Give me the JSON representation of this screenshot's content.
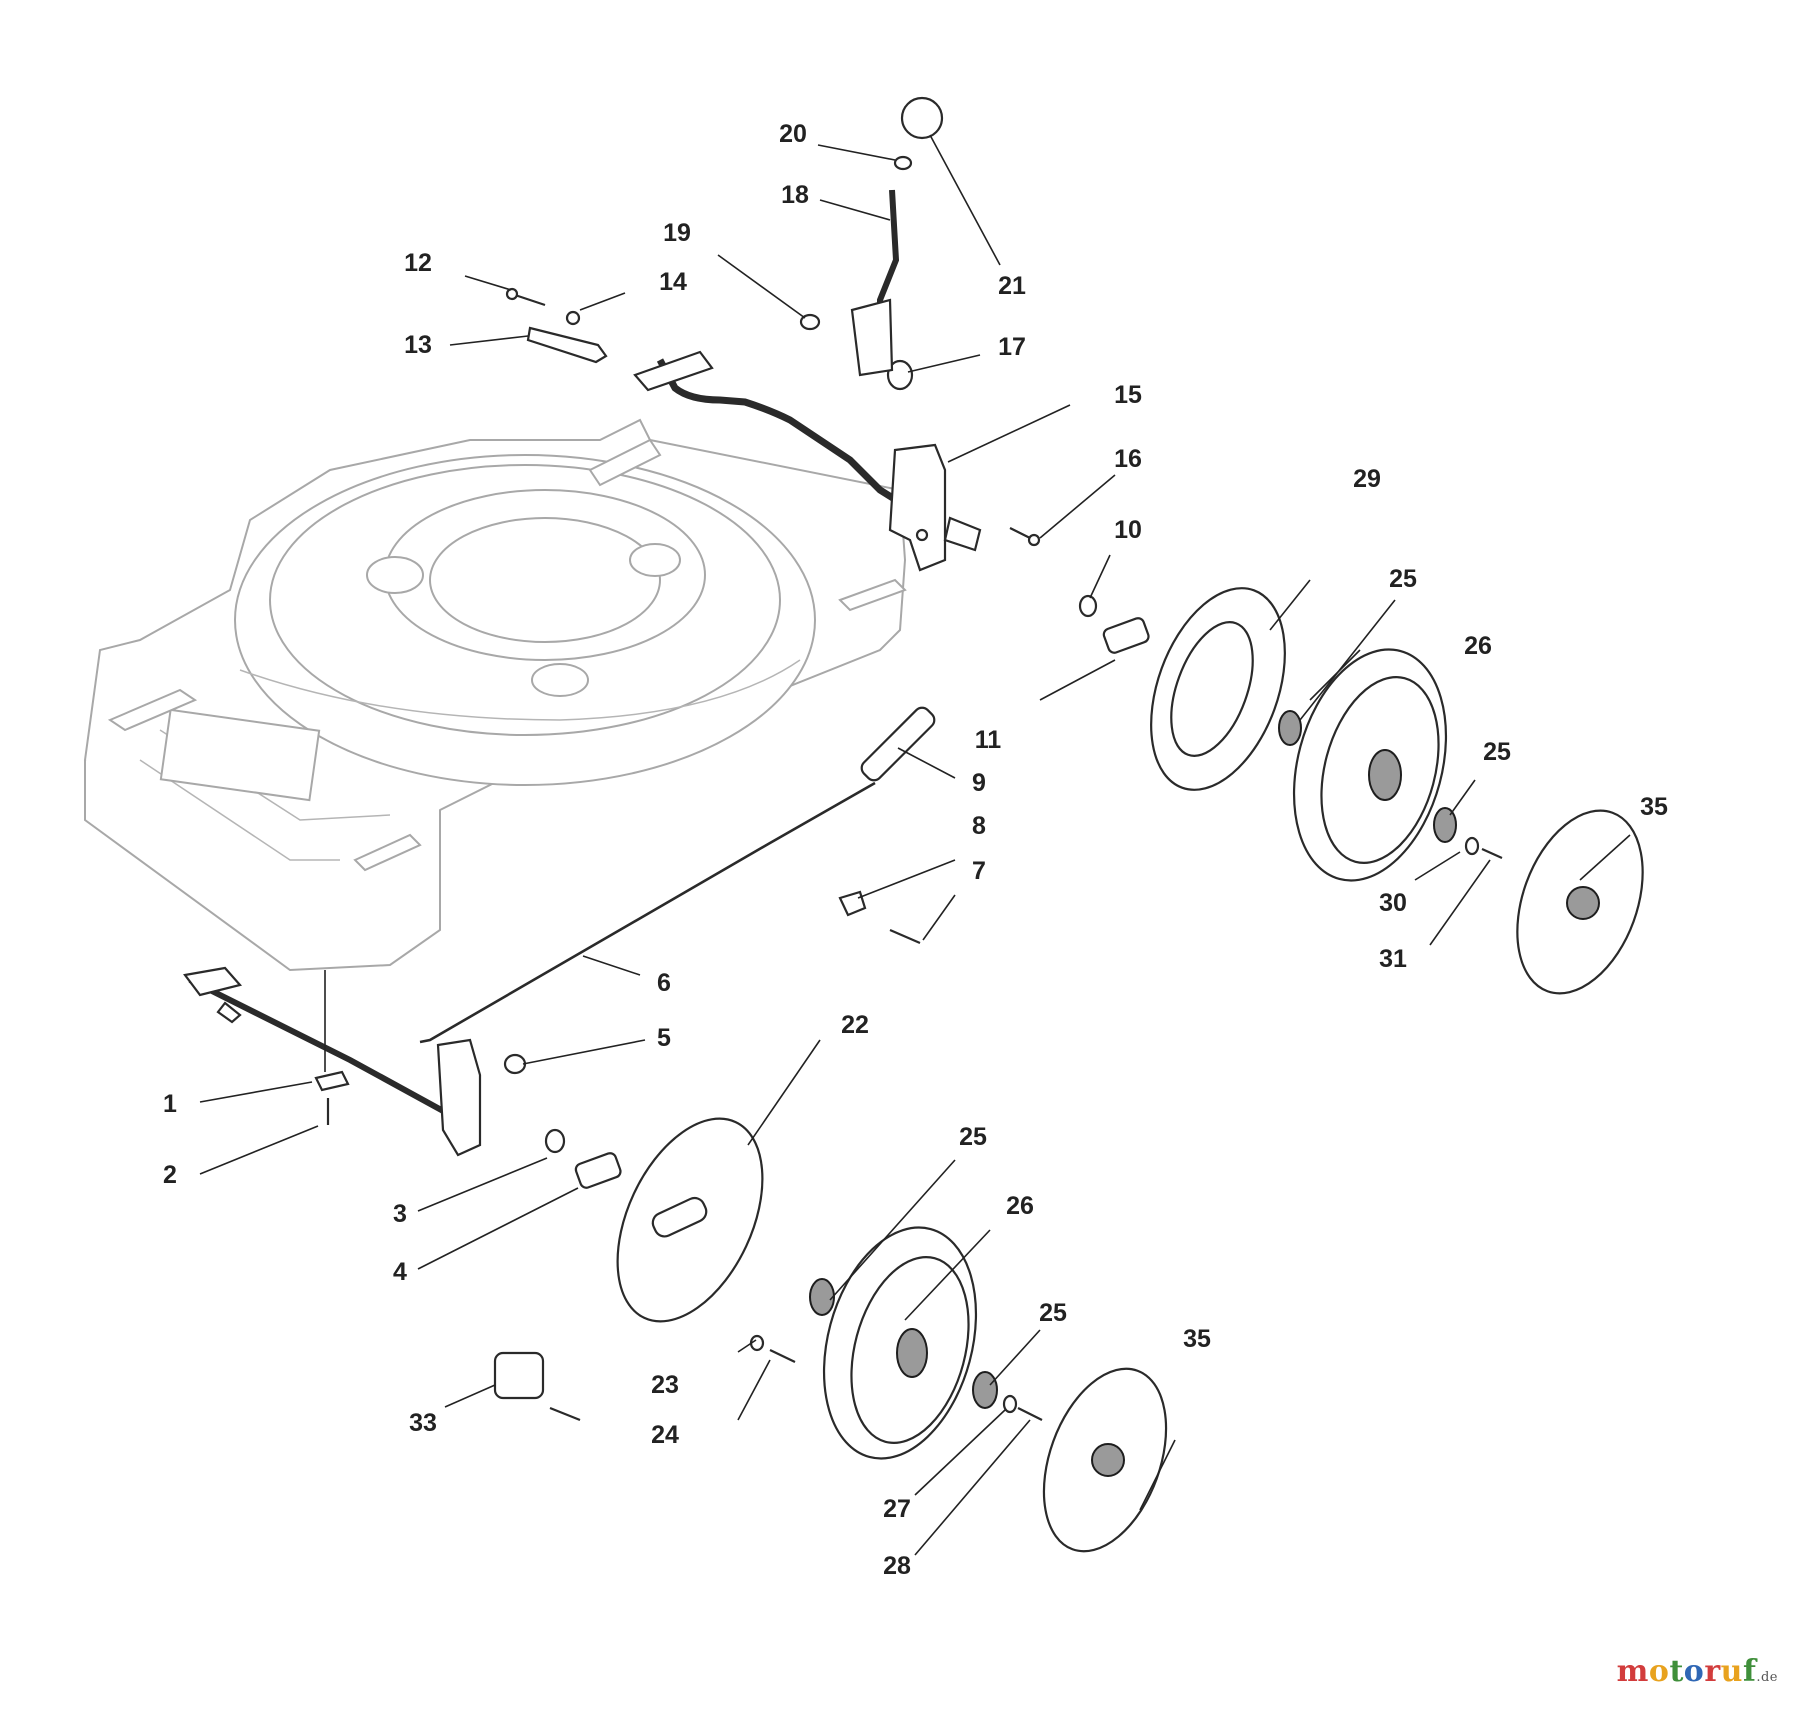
{
  "callouts": [
    {
      "id": "c1",
      "label": "1"
    },
    {
      "id": "c2",
      "label": "2"
    },
    {
      "id": "c3",
      "label": "3"
    },
    {
      "id": "c4",
      "label": "4"
    },
    {
      "id": "c5",
      "label": "5"
    },
    {
      "id": "c6",
      "label": "6"
    },
    {
      "id": "c7",
      "label": "7"
    },
    {
      "id": "c8",
      "label": "8"
    },
    {
      "id": "c9",
      "label": "9"
    },
    {
      "id": "c10",
      "label": "10"
    },
    {
      "id": "c11",
      "label": "11"
    },
    {
      "id": "c12",
      "label": "12"
    },
    {
      "id": "c13",
      "label": "13"
    },
    {
      "id": "c14",
      "label": "14"
    },
    {
      "id": "c15",
      "label": "15"
    },
    {
      "id": "c16",
      "label": "16"
    },
    {
      "id": "c17",
      "label": "17"
    },
    {
      "id": "c18",
      "label": "18"
    },
    {
      "id": "c19",
      "label": "19"
    },
    {
      "id": "c20",
      "label": "20"
    },
    {
      "id": "c21",
      "label": "21"
    },
    {
      "id": "c22",
      "label": "22"
    },
    {
      "id": "c23",
      "label": "23"
    },
    {
      "id": "c24",
      "label": "24"
    },
    {
      "id": "c25a",
      "label": "25"
    },
    {
      "id": "c25b",
      "label": "25"
    },
    {
      "id": "c25c",
      "label": "25"
    },
    {
      "id": "c25d",
      "label": "25"
    },
    {
      "id": "c26a",
      "label": "26"
    },
    {
      "id": "c26b",
      "label": "26"
    },
    {
      "id": "c27",
      "label": "27"
    },
    {
      "id": "c28",
      "label": "28"
    },
    {
      "id": "c29",
      "label": "29"
    },
    {
      "id": "c30",
      "label": "30"
    },
    {
      "id": "c31",
      "label": "31"
    },
    {
      "id": "c33",
      "label": "33"
    },
    {
      "id": "c35a",
      "label": "35"
    },
    {
      "id": "c35b",
      "label": "35"
    }
  ],
  "watermark": {
    "segments": [
      {
        "text": "m",
        "color": "#d23c3c"
      },
      {
        "text": "o",
        "color": "#e8a21e"
      },
      {
        "text": "t",
        "color": "#3f8f3a"
      },
      {
        "text": "o",
        "color": "#2f67b5"
      },
      {
        "text": "r",
        "color": "#d23c3c"
      },
      {
        "text": "u",
        "color": "#e8a21e"
      },
      {
        "text": "f",
        "color": "#3f8f3a"
      }
    ],
    "suffix": ".de"
  }
}
